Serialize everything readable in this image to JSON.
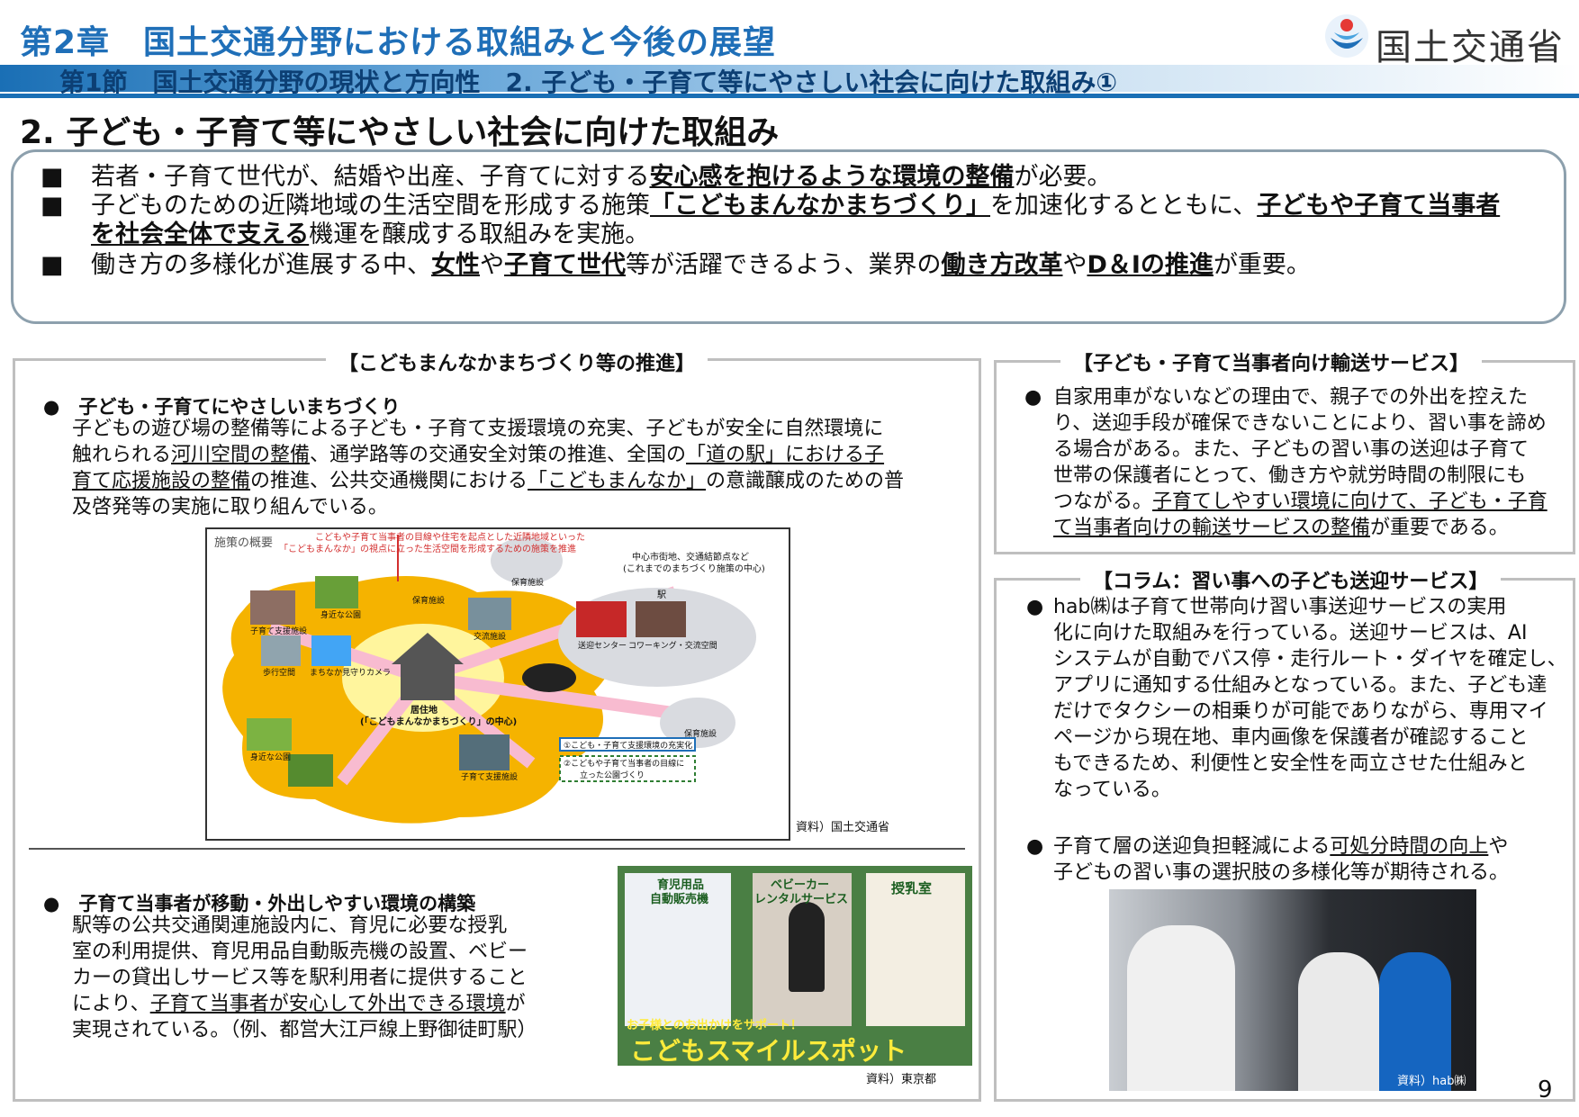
{
  "header": {
    "chapter": "第2章　国土交通分野における取組みと今後の展望",
    "section": "第1節　国土交通分野の現状と方向性　2. 子ども・子育て等にやさしい社会に向けた取組み①",
    "logo_text": "国土交通省"
  },
  "page_heading": "2. 子ども・子育て等にやさしい社会に向けた取組み",
  "summary": {
    "bullet_mark": "■",
    "row1": {
      "a": "若者・子育て世代が、結婚や出産、子育てに対する",
      "b": "安心感を抱けるような環境の整備",
      "c": "が必要。"
    },
    "row2": {
      "a": "子どものための近隣地域の生活空間を形成する施策",
      "b": "「こどもまんなかまちづくり」",
      "c": "を加速化するとともに、",
      "d": "子どもや子育て当事者"
    },
    "row3": {
      "a": "を社会全体で支える",
      "b": "機運を醸成する取組みを実施。"
    },
    "row4": {
      "a": "働き方の多様化が進展する中、",
      "b": "女性",
      "c": "や",
      "d": "子育て世代",
      "e": "等が活躍できるよう、業界の",
      "f": "働き方改革",
      "g": "や",
      "h": "D＆Iの推進",
      "i": "が重要。"
    }
  },
  "left_panel": {
    "title": "【こどもまんなかまちづくり等の推進】",
    "item1": {
      "heading": "子ども・子育てにやさしいまちづくり",
      "l1": "子どもの遊び場の整備等による子ども・子育て支援環境の充実、子どもが安全に自然環境に",
      "l2a": "触れられる",
      "l2b": "河川空間の整備",
      "l2c": "、通学路等の交通安全対策の推進、全国の",
      "l2d": "「道の駅」における子",
      "l3a": "育て応援施設の整備",
      "l3b": "の推進、公共交通機関における",
      "l3c": "「こどもまんなか」",
      "l3d": "の意識醸成のための普",
      "l4": "及啓発等の実施に取り組んでいる。"
    },
    "diagram": {
      "tag": "施策の概要",
      "red_note1": "こどもや子育て当事者の目線や住宅を起点とした近隣地域といった",
      "red_note2": "「こどもまんなか」の視点に立った生活空間を形成するための施策を推進",
      "center1": "中心市街地、交通結節点など",
      "center2": "(これまでのまちづくり施策の中心)",
      "home1": "居住地",
      "home2": "(「こどもまんなかまちづくり」の中心)",
      "labels": [
        "子育て支援施設",
        "身近な公園",
        "保育施設",
        "交流施設",
        "歩行空間",
        "まちなか見守りカメラ",
        "送迎センター",
        "コワーキング・交流空間",
        "保育施設",
        "身近な公園",
        "子育て支援施設",
        "保育施設",
        "駅"
      ],
      "legend1": "①こども・子育て支援環境の充実化",
      "legend2a": "②こどもや子育て当事者の目線に",
      "legend2b": "立った公園づくり",
      "source": "資料）国土交通省"
    },
    "item2": {
      "heading": "子育て当事者が移動・外出しやすい環境の構築",
      "l1": "駅等の公共交通関連施設内に、育児に必要な授乳",
      "l2": "室の利用提供、育児用品自動販売機の設置、ベビー",
      "l3": "カーの貸出しサービス等を駅利用者に提供すること",
      "l4a": "により、",
      "l4b": "子育て当事者が安心して外出できる環境",
      "l4c": "が",
      "l5": "実現されている。（例、都営大江戸線上野御徒町駅）"
    },
    "photo": {
      "sign1a": "育児用品",
      "sign1b": "自動販売機",
      "sign2a": "ベビーカー",
      "sign2b": "レンタルサービス",
      "sign3": "授乳室",
      "banner_small": "お子様とのお出かけをサポート！",
      "banner_big": "こどもスマイルスポット",
      "source": "資料）東京都"
    }
  },
  "right_top": {
    "title": "【子ども・子育て当事者向け輸送サービス】",
    "l1": "自家用車がないなどの理由で、親子での外出を控えた",
    "l2": "り、送迎手段が確保できないことにより、習い事を諦め",
    "l3": "る場合がある。また、子どもの習い事の送迎は子育て",
    "l4": "世帯の保護者にとって、働き方や就労時間の制限にも",
    "l5a": "つながる。",
    "l5b": "子育てしやすい環境に向けて、子ども・子育",
    "l6a": "て当事者向けの輸送サービスの整備",
    "l6b": "が重要である。"
  },
  "right_bottom": {
    "title": "【コラム：習い事への子ども送迎サービス】",
    "p1": [
      "hab㈱は子育て世帯向け習い事送迎サービスの実用",
      "化に向けた取組みを行っている。送迎サービスは、AI",
      "システムが自動でバス停・走行ルート・ダイヤを確定し、",
      "アプリに通知する仕組みとなっている。また、子ども達",
      "だけでタクシーの相乗りが可能でありながら、専用マイ",
      "ページから現在地、車内画像を保護者が確認すること",
      "もできるため、利便性と安全性を両立させた仕組みと",
      "なっている。"
    ],
    "p2a": "子育て層の送迎負担軽減による",
    "p2b": "可処分時間の向上",
    "p2c": "や",
    "p2d": "子どもの習い事の選択肢の多様化等が期待される。",
    "photo_source": "資料）hab㈱"
  },
  "page_number": "9"
}
